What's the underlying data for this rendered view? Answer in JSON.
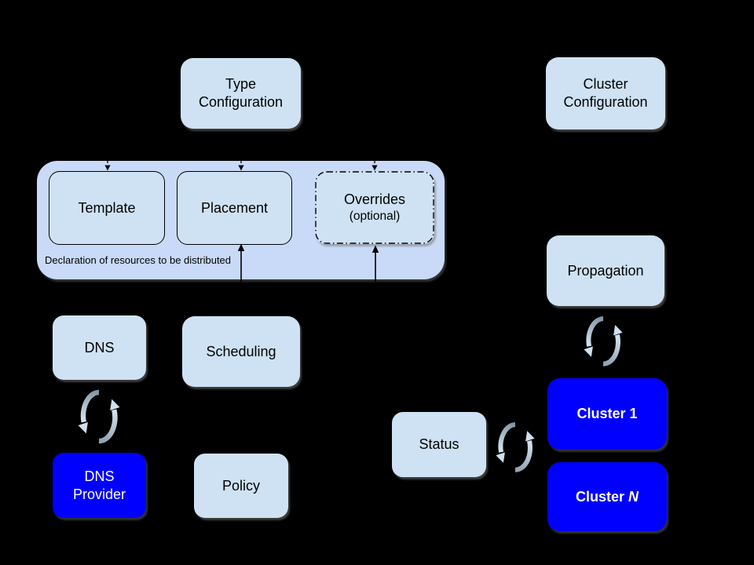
{
  "diagram": {
    "background": "#000000",
    "colors": {
      "node_fill": "#cfe2f3",
      "group_fill": "#c9daf8",
      "accent_fill": "#0000fe",
      "node_text": "#000000",
      "accent_text": "#ffffff",
      "sync_icon_dark": "#7f94a6",
      "sync_icon_light": "#d7e4f0",
      "connector": "#000000"
    },
    "nodes": {
      "type_configuration": {
        "line1": "Type",
        "line2": "Configuration"
      },
      "cluster_configuration": {
        "line1": "Cluster",
        "line2": "Configuration"
      },
      "template": {
        "label": "Template"
      },
      "placement": {
        "label": "Placement"
      },
      "overrides": {
        "label": "Overrides",
        "sublabel": "(optional)"
      },
      "declaration_group": {
        "caption": "Declaration of resources to be distributed"
      },
      "dns": {
        "label": "DNS"
      },
      "scheduling": {
        "label": "Scheduling"
      },
      "dns_provider": {
        "line1": "DNS",
        "line2": "Provider"
      },
      "policy": {
        "label": "Policy"
      },
      "propagation": {
        "label": "Propagation"
      },
      "status": {
        "label": "Status"
      },
      "cluster_1": {
        "label": "Cluster 1"
      },
      "cluster_n": {
        "prefix": "Cluster",
        "italic_suffix": "N"
      }
    },
    "icons": {
      "sync": "sync-arrows-icon"
    }
  }
}
